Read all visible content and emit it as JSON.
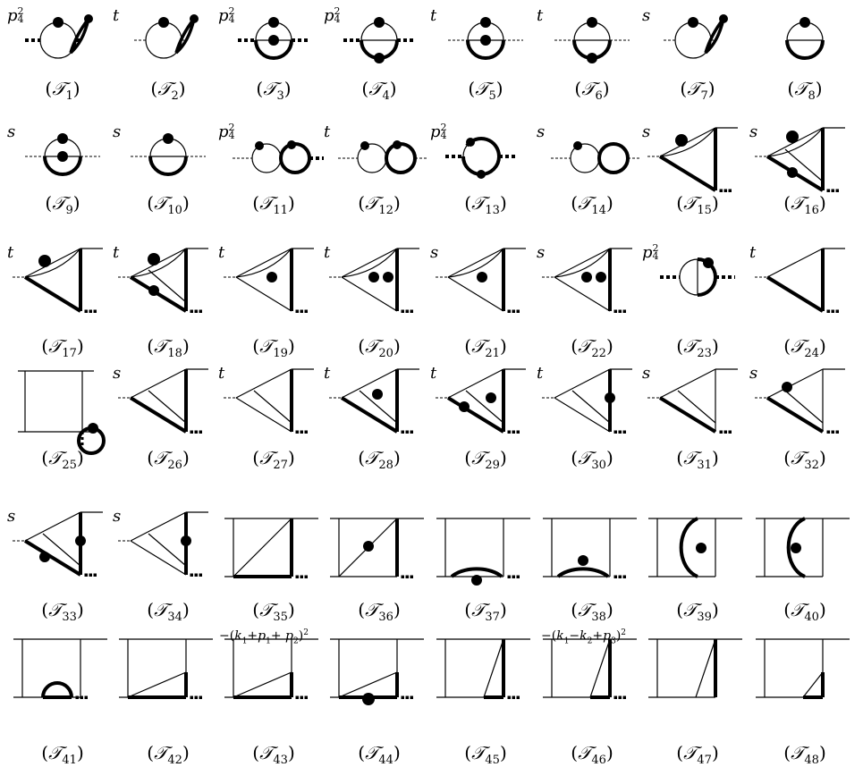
{
  "figure": {
    "labels": [
      "(T1)",
      "(T2)",
      "(T3)",
      "(T4)",
      "(T5)",
      "(T6)",
      "(T7)",
      "(T8)",
      "(T9)",
      "(T10)",
      "(T11)",
      "(T12)",
      "(T13)",
      "(T14)",
      "(T15)",
      "(T16)",
      "(T17)",
      "(T18)",
      "(T19)",
      "(T20)",
      "(T21)",
      "(T22)",
      "(T23)",
      "(T24)",
      "(T25)",
      "(T26)",
      "(T27)",
      "(T28)",
      "(T29)",
      "(T30)",
      "(T31)",
      "(T32)",
      "(T33)",
      "(T34)",
      "(T35)",
      "(T36)",
      "(T37)",
      "(T38)",
      "(T39)",
      "(T40)",
      "(T41)",
      "(T42)",
      "(T43)",
      "(T44)",
      "(T45)",
      "(T46)",
      "(T47)",
      "(T48)"
    ],
    "kinematic_labels": [
      "p4^2",
      "t",
      "p4^2",
      "p4^2",
      "t",
      "t",
      "s",
      "",
      "s",
      "s",
      "p4^2",
      "t",
      "p4^2",
      "s",
      "s",
      "s",
      "t",
      "t",
      "t",
      "t",
      "s",
      "s",
      "p4^2",
      "t",
      "",
      "s",
      "t",
      "t",
      "t",
      "t",
      "s",
      "s",
      "s",
      "s",
      "",
      "",
      "",
      "",
      "",
      "",
      "",
      "",
      "",
      "",
      "",
      "",
      "",
      ""
    ],
    "annotations": {
      "t43": "−(k1+p1+ p2)^2",
      "t46": "−(k1−k2+p3)^2"
    }
  }
}
